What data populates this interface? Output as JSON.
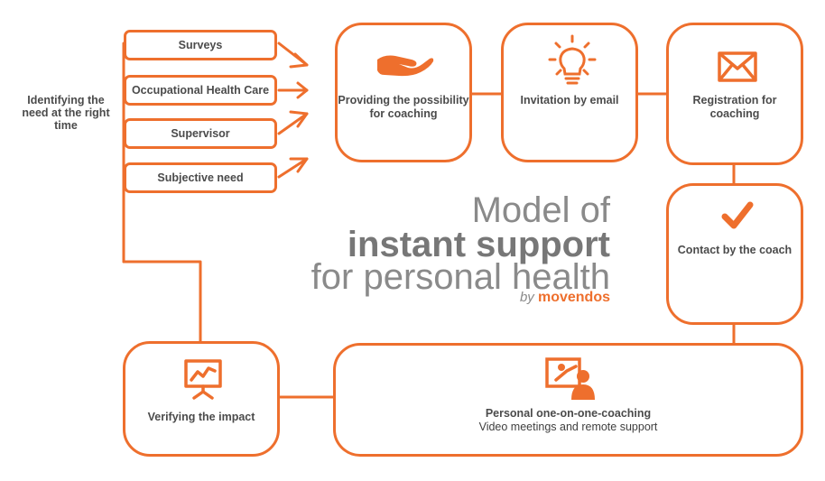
{
  "identify_label": "Identifying the need at the right time",
  "sources": [
    {
      "label": "Surveys"
    },
    {
      "label": "Occupational Health Care"
    },
    {
      "label": "Supervisor"
    },
    {
      "label": "Subjective need"
    }
  ],
  "steps": {
    "providing": {
      "label": "Providing the possibility for coaching",
      "icon": "hand-icon"
    },
    "invitation": {
      "label": "Invitation by email",
      "icon": "lightbulb-icon"
    },
    "registration": {
      "label": "Registration for coaching",
      "icon": "envelope-icon"
    },
    "contact": {
      "label": "Contact by the coach",
      "icon": "checkmark-icon"
    },
    "coaching": {
      "title": "Personal one-on-one-coaching",
      "subtitle": "Video meetings and remote support",
      "icon": "presenter-icon"
    },
    "verify": {
      "label": "Verifying the impact",
      "icon": "chart-board-icon"
    }
  },
  "title": {
    "line1": "Model of",
    "line2": "instant support",
    "line3": "for personal health",
    "by": "by",
    "brand": "movendos"
  },
  "colors": {
    "accent": "#ee6f2d",
    "text": "#4b4b4b",
    "title": "#8a8a8a"
  }
}
